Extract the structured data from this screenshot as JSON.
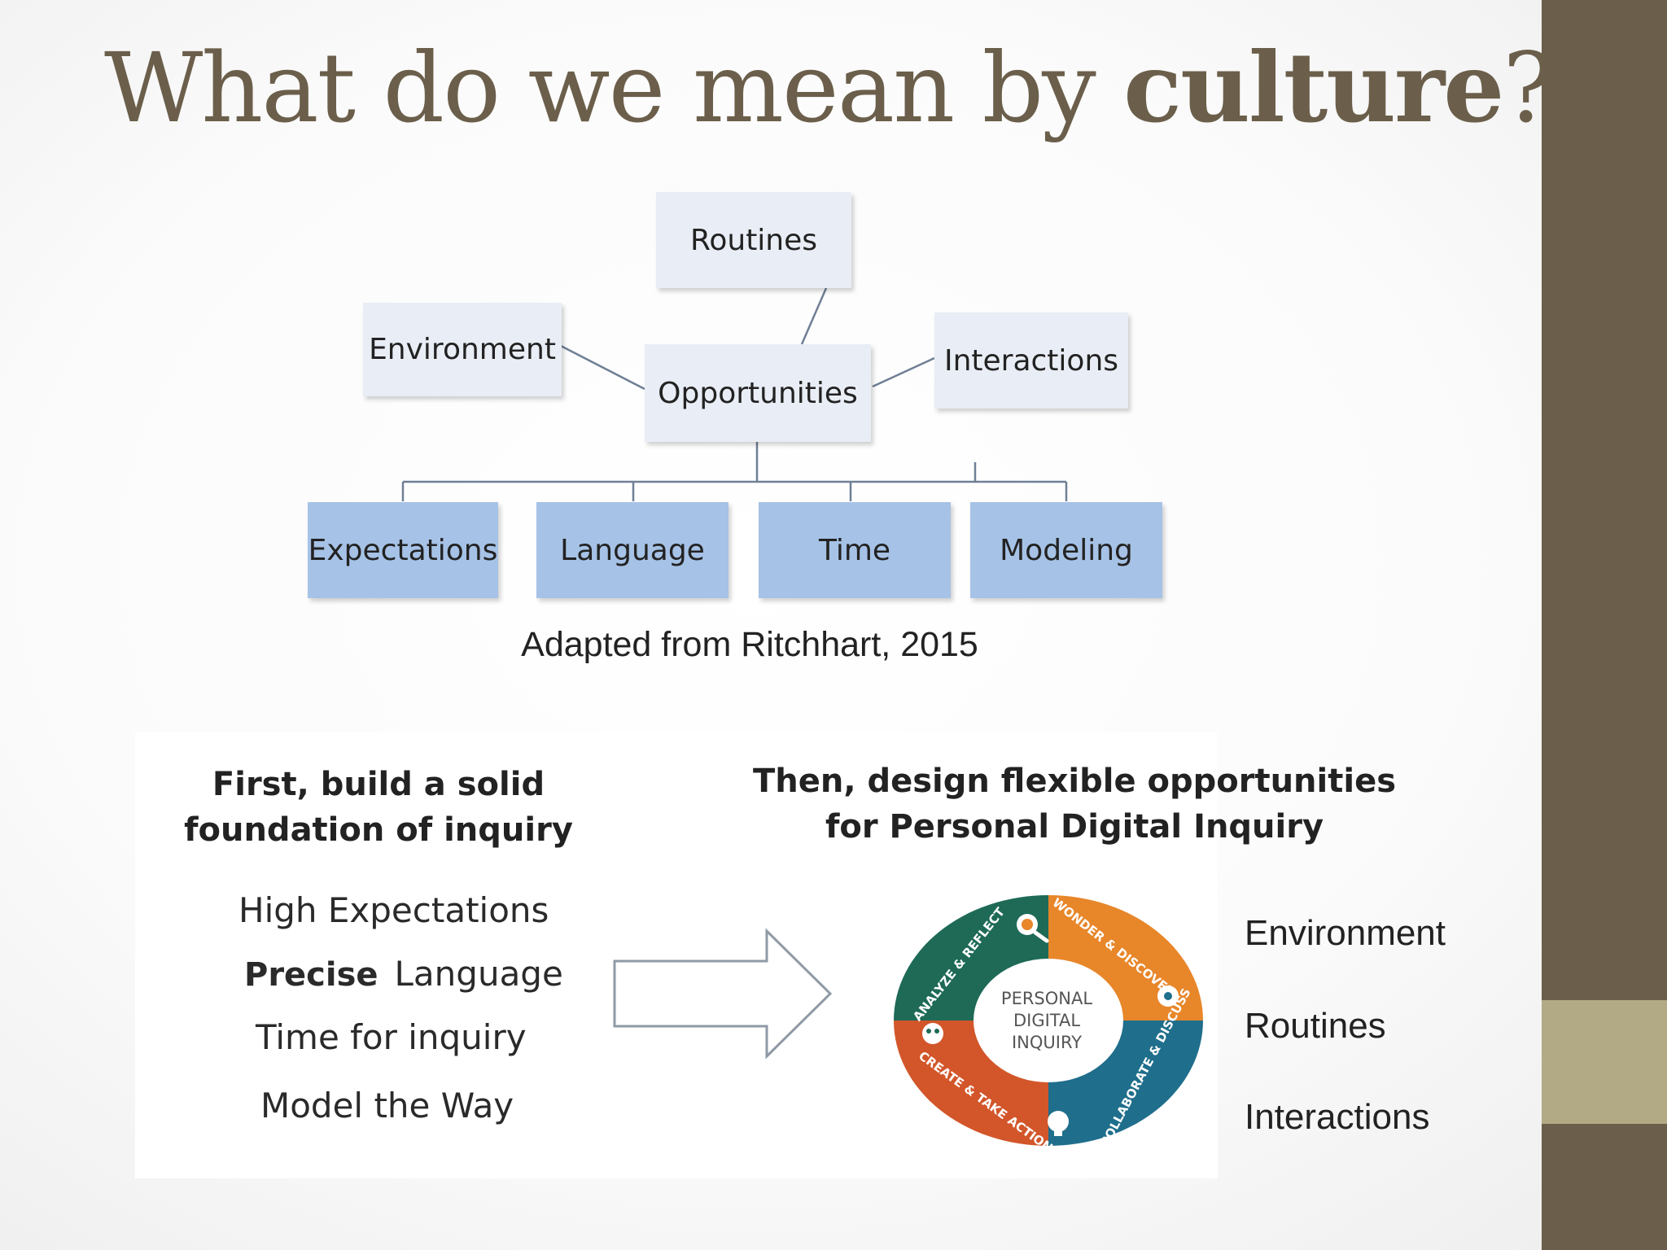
{
  "title": {
    "prefix": "What do we mean by ",
    "bold": "culture",
    "suffix": "?"
  },
  "diagram": {
    "top": "Routines",
    "left": "Environment",
    "center": "Opportunities",
    "right": "Interactions",
    "bottom": [
      "Expectations",
      "Language",
      "Time",
      "Modeling"
    ]
  },
  "credit": "Adapted from Ritchhart, 2015",
  "left_section": {
    "heading": [
      "First, build a solid",
      "foundation of inquiry"
    ],
    "items": {
      "high": "High Expectations",
      "precise_bold": "Precise",
      "precise_rest": "Language",
      "time": "Time for inquiry",
      "model": "Model the Way"
    }
  },
  "right_section": {
    "heading": [
      "Then, design flexible opportunities",
      "for Personal Digital Inquiry"
    ],
    "cycle": {
      "center": [
        "PERSONAL",
        "DIGITAL",
        "INQUIRY"
      ],
      "segments": [
        "WONDER & DISCOVER",
        "COLLABORATE & DISCUSS",
        "CREATE & TAKE ACTION",
        "ANALYZE & REFLECT"
      ]
    },
    "list": [
      "Environment",
      "Routines",
      "Interactions"
    ]
  },
  "colors": {
    "title": "#6b5f4b",
    "sidebar": "#6b5f4b",
    "sidebar_accent": "#b2aa85",
    "box_light": "#e9edf5",
    "box_blue": "#a6c2e6",
    "cycle_orange": "#e8862a",
    "cycle_blue": "#1f6e8c",
    "cycle_red": "#d2562a",
    "cycle_green": "#1e6a57"
  }
}
